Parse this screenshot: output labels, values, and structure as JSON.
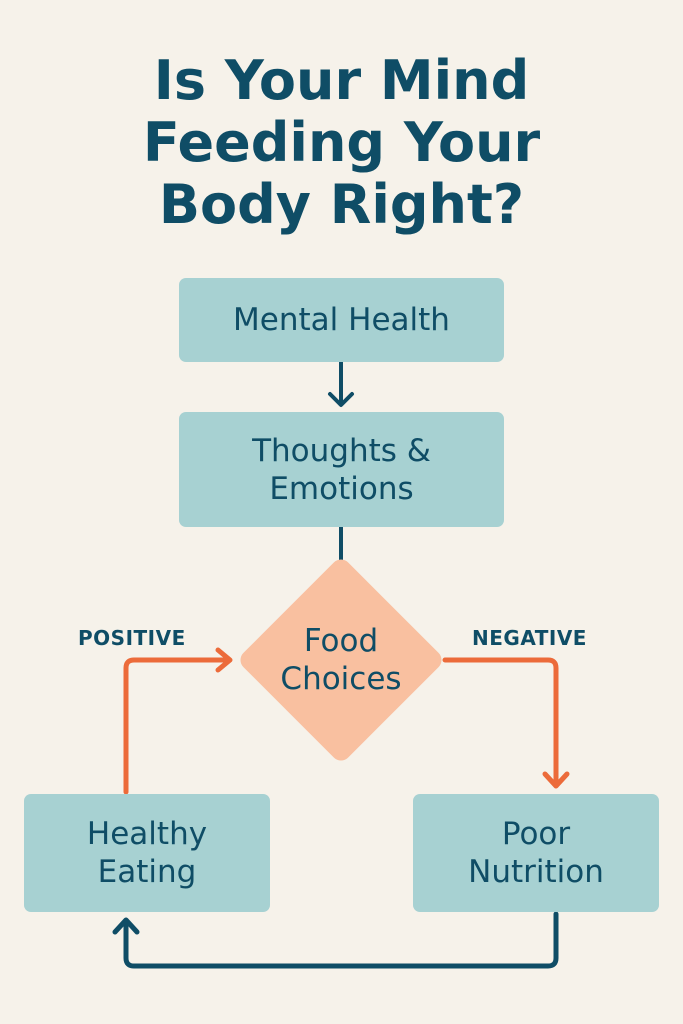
{
  "title": {
    "line1": "Is Your Mind",
    "line2": "Feeding Your",
    "line3": "Body Right?"
  },
  "nodes": {
    "mental_health": "Mental Health",
    "thoughts_line1": "Thoughts &",
    "thoughts_line2": "Emotions",
    "food_line1": "Food",
    "food_line2": "Choices",
    "healthy_line1": "Healthy",
    "healthy_line2": "Eating",
    "poor_line1": "Poor",
    "poor_line2": "Nutrition"
  },
  "branch_labels": {
    "positive": "POSITIVE",
    "negative": "NEGATIVE"
  },
  "colors": {
    "background": "#f6f2ea",
    "title": "#0f4d66",
    "box_fill": "#a7d1d2",
    "decision_fill": "#f9c0a0",
    "branch_arrow": "#ec6b3a",
    "flow_arrow": "#0f4d66"
  }
}
